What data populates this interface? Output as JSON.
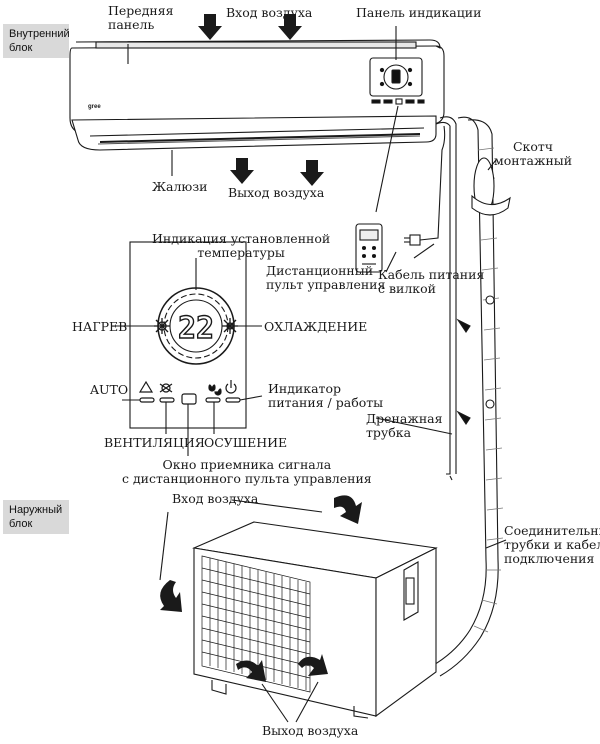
{
  "tags": {
    "indoor": "Внутренний\nблок",
    "outdoor": "Наружный\nблок"
  },
  "labels": {
    "front_panel": "Передняя\nпанель",
    "air_in_top": "Вход воздуха",
    "indicator_panel": "Панель индикации",
    "louvers": "Жалюзи",
    "air_out_indoor": "Выход воздуха",
    "tape": "Скотч\nмонтажный",
    "set_temp": "Индикация установленной\nтемпературы",
    "remote": "Дистанционный\nпульт управления",
    "power_cable": "Кабель питания\nс вилкой",
    "heat": "НАГРЕВ",
    "cool": "ОХЛАЖДЕНИЕ",
    "auto": "AUTO",
    "power_ind": "Индикатор\nпитания / работы",
    "drain": "Дренажная\nтрубка",
    "fan": "ВЕНТИЛЯЦИЯ",
    "dry": "ОСУШЕНИЕ",
    "receiver": "Окно приемника сигнала\nс дистанционного пульта управления",
    "air_in_outdoor": "Вход воздуха",
    "pipes": "Соединительные\nтрубки и кабели\nподключения",
    "air_out_outdoor": "Выход воздуха"
  },
  "display": {
    "temperature": "22"
  }
}
